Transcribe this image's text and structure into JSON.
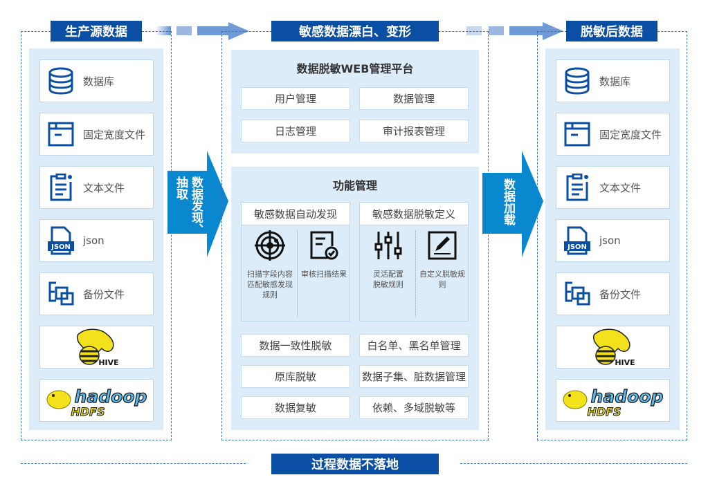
{
  "source": {
    "title": "生产源数据",
    "items": [
      {
        "label": "数据库",
        "icon": "database-icon"
      },
      {
        "label": "固定宽度文件",
        "icon": "window-icon"
      },
      {
        "label": "文本文件",
        "icon": "text-file-icon"
      },
      {
        "label": "json",
        "icon": "json-file-icon",
        "badge": "JSON"
      },
      {
        "label": "备份文件",
        "icon": "backup-icon"
      }
    ],
    "logos": {
      "hive": "HIVE",
      "hadoop": "hadoop",
      "hdfs": "HDFS"
    }
  },
  "arrow_left": {
    "col1": "数据发现、",
    "col2": "抽取"
  },
  "middle": {
    "title": "敏感数据漂白、变形",
    "platform": {
      "title": "数据脱敏WEB管理平台",
      "buttons": [
        "用户管理",
        "数据管理",
        "日志管理",
        "审计报表管理"
      ]
    },
    "functions": {
      "title": "功能管理",
      "discovery": {
        "title": "敏感数据自动发现",
        "cells": [
          "扫描字段内容匹配敏感发现规则",
          "审核扫描结果"
        ]
      },
      "definition": {
        "title": "敏感数据脱敏定义",
        "cells": [
          "灵活配置脱敏规则",
          "自定义脱敏规则"
        ]
      },
      "buttons": [
        "数据一致性脱敏",
        "白名单、黑名单管理",
        "原库脱敏",
        "数据子集、脏数据管理",
        "数据复敏",
        "依赖、多域脱敏等"
      ]
    }
  },
  "arrow_right": {
    "text": "数据加载"
  },
  "target": {
    "title": "脱敏后数据"
  },
  "footer": {
    "label": "过程数据不落地"
  },
  "colors": {
    "label_bg": "#0a4fa3",
    "arrow": "#0a88cf",
    "panel": "#dcecf8",
    "icon": "#0a4fa3"
  }
}
